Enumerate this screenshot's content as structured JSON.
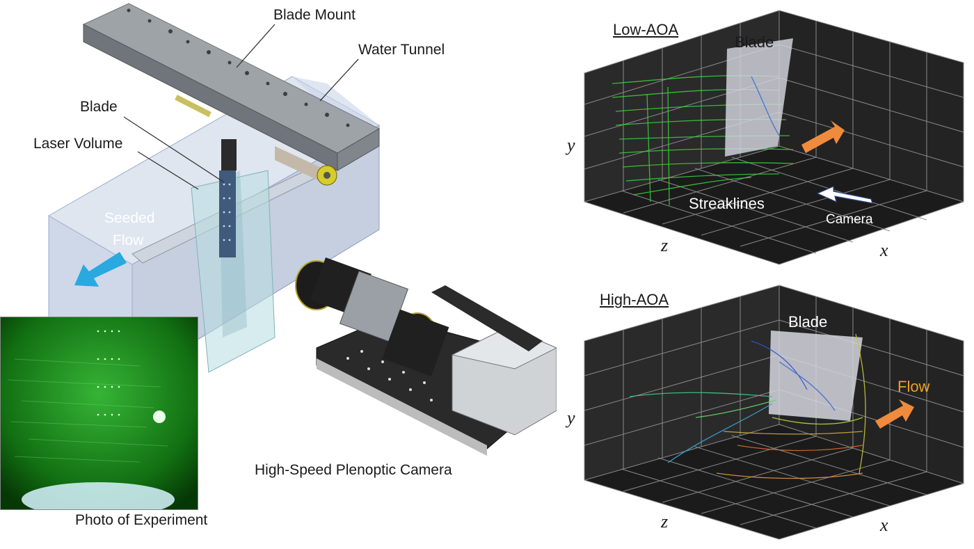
{
  "left_panel": {
    "labels": {
      "blade_mount": "Blade Mount",
      "water_tunnel": "Water Tunnel",
      "blade": "Blade",
      "laser_volume": "Laser Volume",
      "seeded_flow_1": "Seeded",
      "seeded_flow_2": "Flow",
      "camera": "High-Speed Plenoptic Camera",
      "photo": "Photo of Experiment"
    }
  },
  "plots": [
    {
      "title": "Low-AOA",
      "blade_label": "Blade",
      "streaklines_label": "Streaklines",
      "camera_label": "Camera",
      "axes": {
        "x": "x",
        "y": "y",
        "z": "z"
      }
    },
    {
      "title": "High-AOA",
      "blade_label": "Blade",
      "flow_label": "Flow",
      "axes": {
        "x": "x",
        "y": "y",
        "z": "z"
      }
    }
  ],
  "colors": {
    "plot_background": "#1e1e1e",
    "grid": "#8a8a8a",
    "streak_green": "#3cd23c",
    "flow_arrow_orange": "#f08a3c",
    "seeded_flow_arrow_blue": "#2aa8e0",
    "flow_label": "#f0a020"
  }
}
